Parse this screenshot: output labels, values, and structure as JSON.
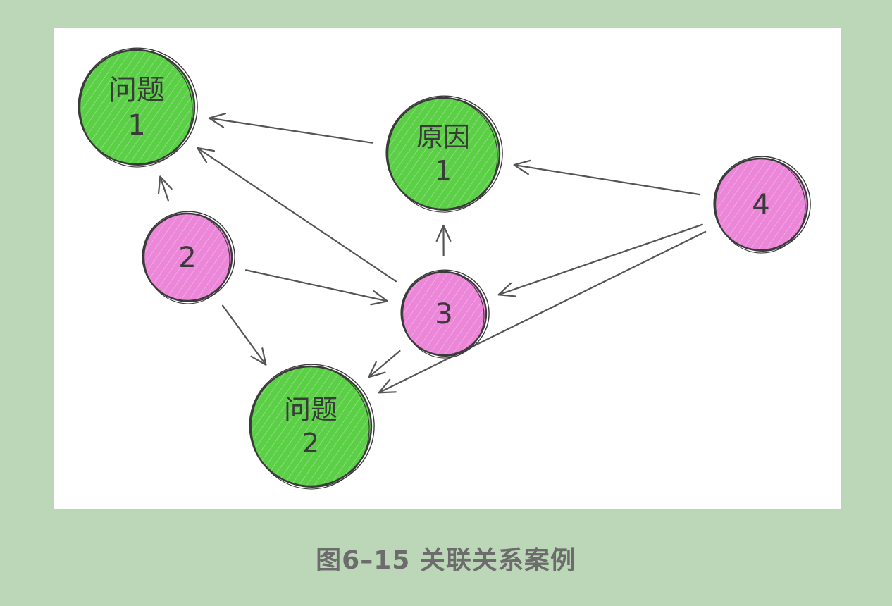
{
  "diagram": {
    "nodes": [
      {
        "id": "problem1",
        "label_lines": [
          "问题",
          "1"
        ],
        "type": "green"
      },
      {
        "id": "cause1",
        "label_lines": [
          "原因",
          "1"
        ],
        "type": "green"
      },
      {
        "id": "factor2",
        "label_lines": [
          "2"
        ],
        "type": "pink"
      },
      {
        "id": "factor3",
        "label_lines": [
          "3"
        ],
        "type": "pink"
      },
      {
        "id": "factor4",
        "label_lines": [
          "4"
        ],
        "type": "pink"
      },
      {
        "id": "problem2",
        "label_lines": [
          "问题",
          "2"
        ],
        "type": "green"
      }
    ],
    "edges": [
      {
        "from": "cause1",
        "to": "problem1"
      },
      {
        "from": "factor2",
        "to": "problem1"
      },
      {
        "from": "factor3",
        "to": "problem1"
      },
      {
        "from": "factor3",
        "to": "cause1"
      },
      {
        "from": "factor4",
        "to": "cause1"
      },
      {
        "from": "factor2",
        "to": "factor3"
      },
      {
        "from": "factor4",
        "to": "factor3"
      },
      {
        "from": "factor2",
        "to": "problem2"
      },
      {
        "from": "factor3",
        "to": "problem2"
      },
      {
        "from": "factor4",
        "to": "problem2"
      }
    ],
    "colors": {
      "green": "#5bd046",
      "pink": "#ec86d8",
      "outline": "#3a3a3a",
      "arrow": "#555555"
    }
  },
  "caption": "图6–15 关联关系案例"
}
